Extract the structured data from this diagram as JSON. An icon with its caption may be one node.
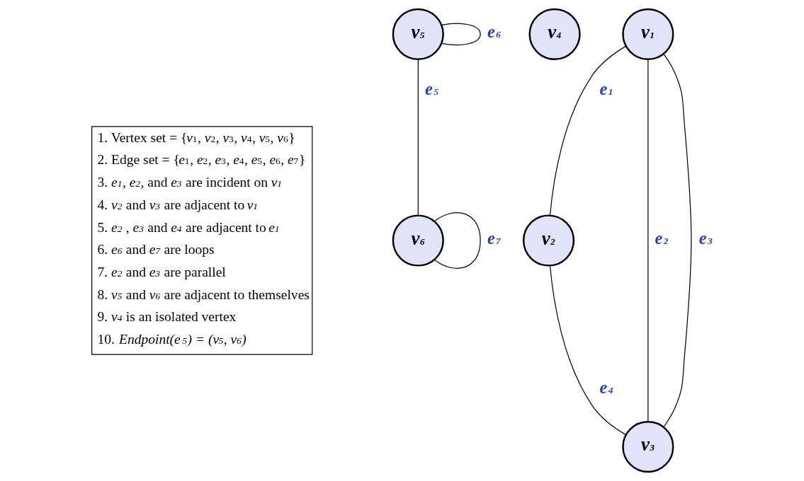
{
  "diagram": {
    "nodes": [
      {
        "text": [
          "v$_{6}$"
        ]
      },
      {
        "text": [
          "v$_{4}$"
        ]
      },
      {
        "text": [
          "v$_{5}$"
        ]
      },
      {
        "text": [
          "v$_{1}$"
        ]
      },
      {
        "text": [
          "v$_{2}$"
        ]
      },
      {
        "text": [
          "v$_{3}$"
        ]
      }
    ],
    "edges": [
      {
        "from": 3,
        "to": 4,
        "arrow": "none",
        "label": "e$_{1}$"
      },
      {
        "from": 3,
        "to": 5,
        "arrow": "none",
        "label": "e$_{2}$"
      },
      {
        "from": 3,
        "to": 5,
        "arrow": "none",
        "label": "e$_{3}$"
      },
      {
        "from": 4,
        "to": 5,
        "arrow": "none",
        "label": "e$_{4}$"
      },
      {
        "from": 2,
        "to": 0,
        "arrow": "none",
        "label": "e$_{5}$"
      },
      {
        "from": 2,
        "to": 2,
        "arrow": "none",
        "label": "e$_{6}$"
      },
      {
        "from": 0,
        "to": 0,
        "arrow": "none",
        "label": "e$_{7}$"
      }
    ],
    "labels": [
      "1. Vertex set = {*v*$_{1}$, *v*$_{2}$, *v*$_{3}$, *v*$_{4}$, *v*$_{5}$, *v*$_{6}$}",
      "2. Edge set = {*e*$_{1}$, *e*$_{2}$, *e*$_{3}$, *e*$_{4}$, *e*$_{5}$, *e*$_{6}$, *e*$_{7}$}",
      "3. *e$_{1}$, e$_{2}$,* and *e$_{3}$* are incident on *v$_{1}$*",
      "4. *v$_{2}$* and *v$_{3}$* are adjacent to *v$_{1}$*",
      "5. *e$_{2}$ , e$_{3}$* and *e$_{4}$* are adjacent to *e$_{1}$*",
      "6. *e$_{6}$* and *e$_{7}$* are loops",
      "7. *e$_{2}$* and *e$_{3}$* are parallel",
      "8. *v$_{5}$* and *v$_{6}$* are adjacent to themselves",
      "9. *v$_{4}$* is an isolated vertex",
      "10. *Endpoint(e$_{5}$) = (v$_{5}$, v$_{6}$)*"
    ]
  }
}
